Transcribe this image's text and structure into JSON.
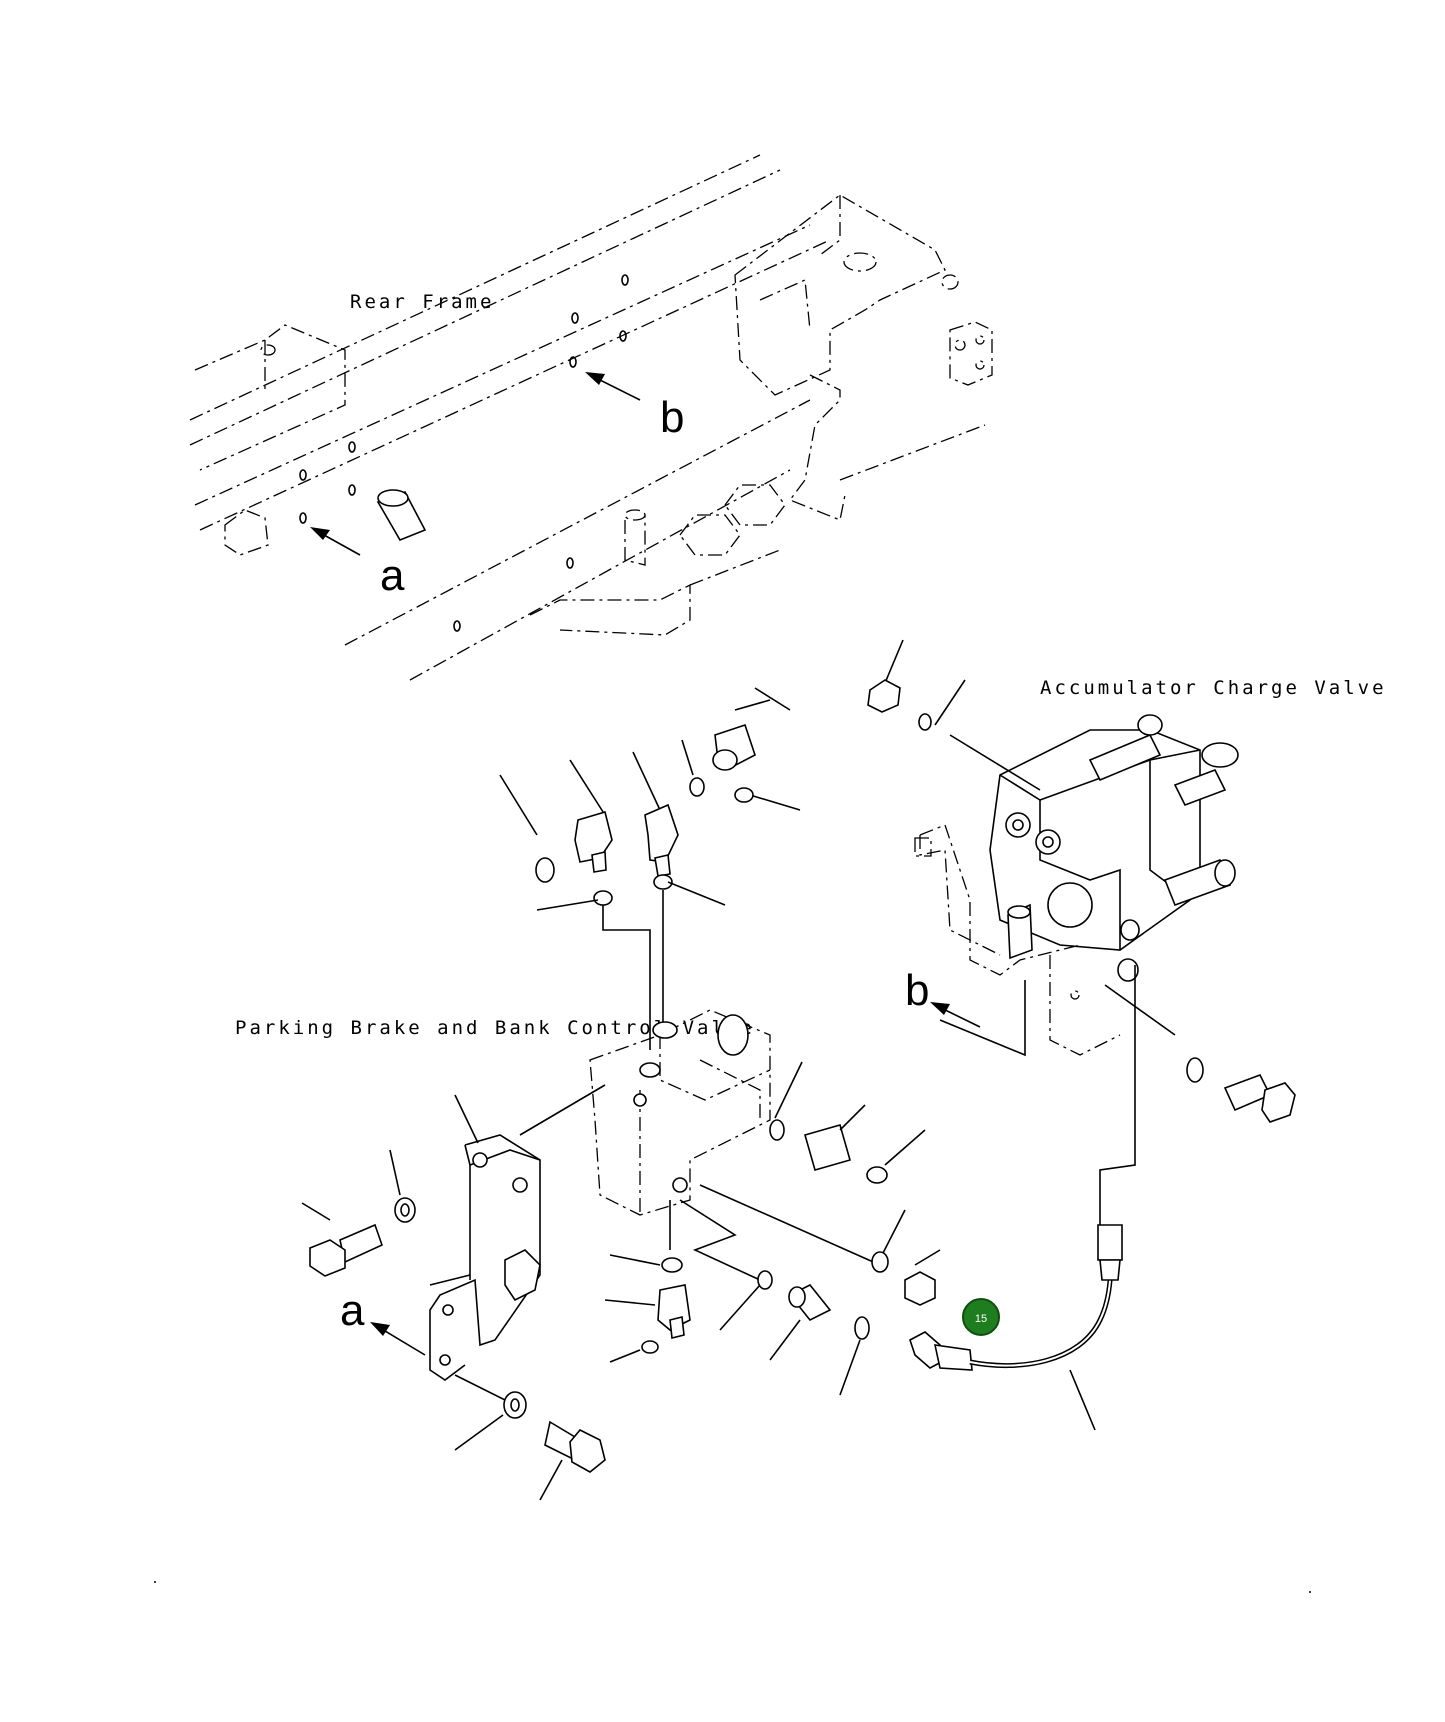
{
  "labels": {
    "rear_frame": "Rear Frame",
    "accumulator": "Accumulator Charge Valve",
    "parking_brake": "Parking Brake and Bank Control Valve",
    "arrow_a_top": "a",
    "arrow_b_top": "b",
    "arrow_b_mid": "b",
    "arrow_a_low": "a"
  },
  "callout": {
    "number": "15",
    "color": "#1e7d1e"
  }
}
